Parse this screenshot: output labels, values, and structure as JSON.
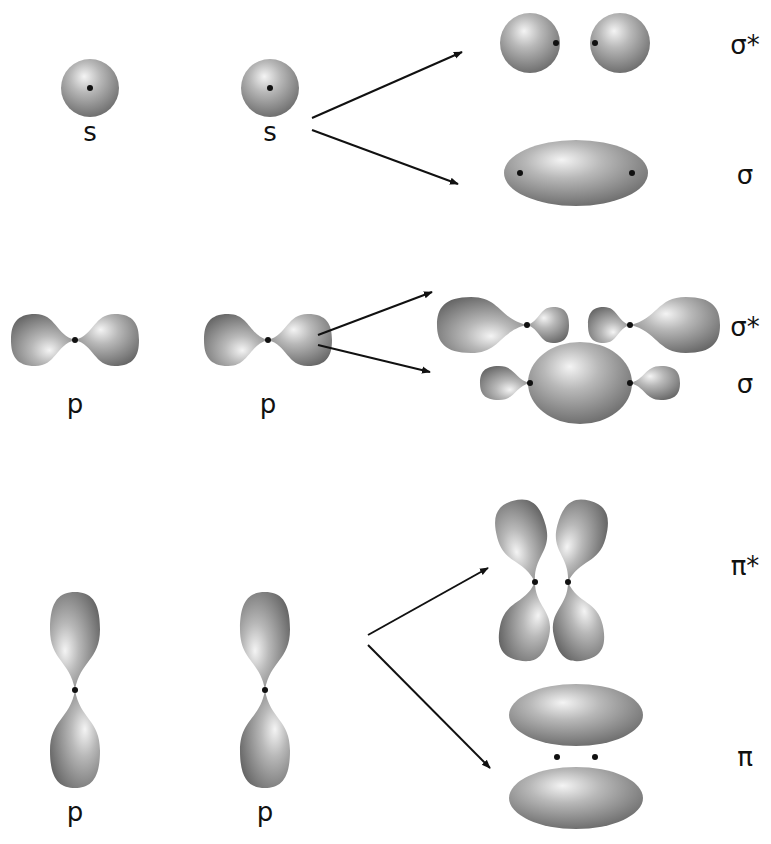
{
  "diagram": {
    "labels": [
      "σ*",
      "s",
      "s",
      "σ",
      "σ*",
      "p",
      "p",
      "σ",
      "π*",
      "p",
      "p",
      "π"
    ]
  }
}
